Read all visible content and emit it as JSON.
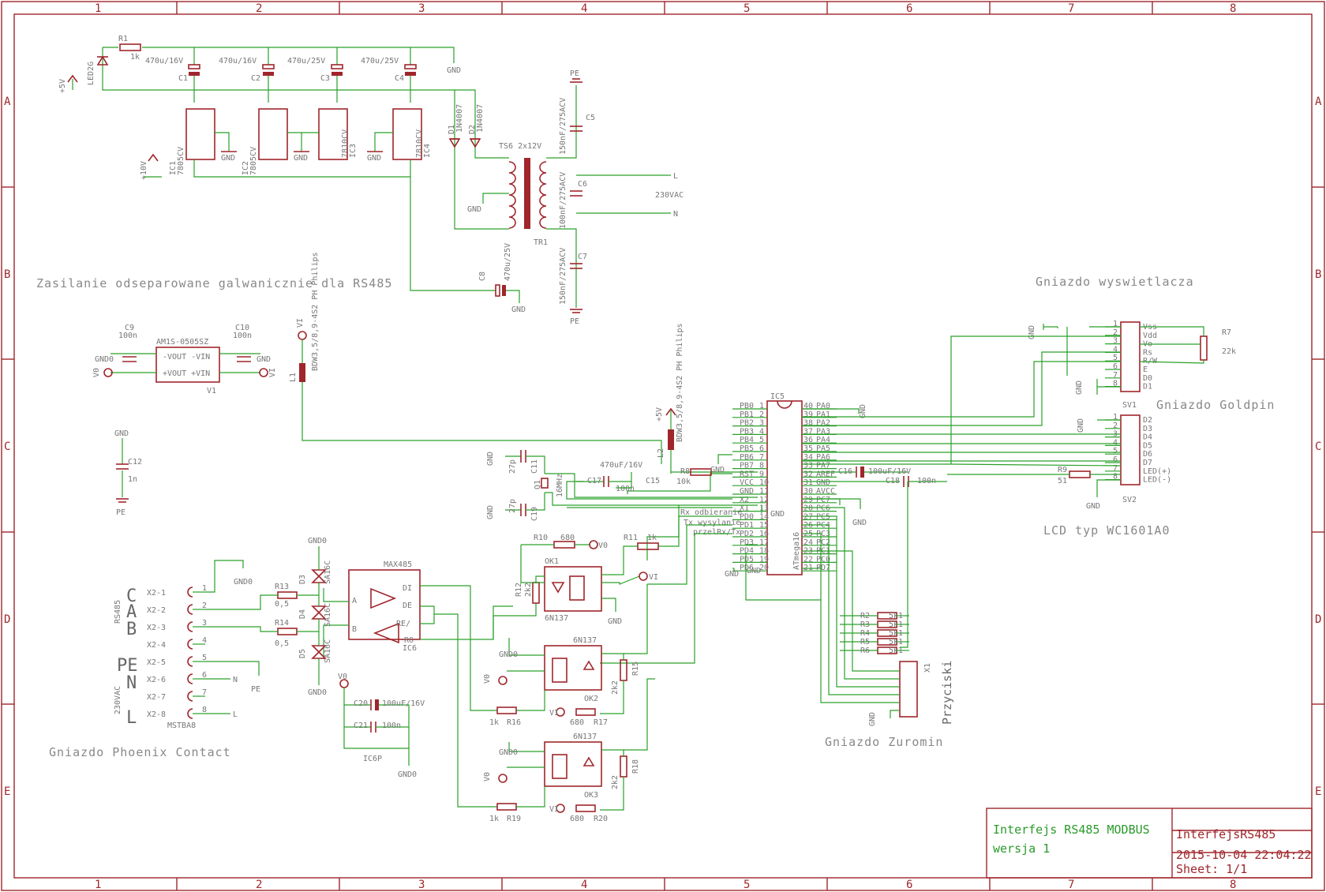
{
  "sheet": {
    "columns": [
      "1",
      "2",
      "3",
      "4",
      "5",
      "6",
      "7",
      "8"
    ],
    "rows": [
      "A",
      "B",
      "C",
      "D",
      "E"
    ]
  },
  "sections": {
    "power": "Zasilanie odseparowane galwanicznie dla RS485",
    "display_socket": "Gniazdo wyswietlacza",
    "goldpin_socket": "Gniazdo Goldpin",
    "lcd_type": "LCD typ WC1601A0",
    "phoenix_socket": "Gniazdo Phoenix Contact",
    "zuromin_socket": "Gniazdo Zuromin"
  },
  "title_block": {
    "project_line1": "Interfejs RS485 MODBUS",
    "project_line2": "wersja 1",
    "file_name": "InterfejsRS485",
    "date": "2015-10-04 22:04:22",
    "sheet": "Sheet: 1/1"
  },
  "power_labels": {
    "r1": "R1",
    "r1_val": "1k",
    "led": "LED2G",
    "c1": "C1",
    "c1_val": "470u/16V",
    "c2": "C2",
    "c2_val": "470u/16V",
    "c3": "C3",
    "c3_val": "470u/25V",
    "c4": "C4",
    "c4_val": "470u/25V",
    "gnd": "GND",
    "plus5v": "+5V",
    "plus10v": "+10V",
    "ic1": "IC1",
    "ic1_val": "7805CV",
    "ic2": "IC2",
    "ic2_val": "7805CV",
    "ic3": "IC3",
    "ic3_val": "7810CV",
    "ic4": "IC4",
    "ic4_val": "7810CV",
    "d1": "D1",
    "d1_val": "1N4007",
    "d2": "D2",
    "d2_val": "1N4007",
    "ts6": "TS6 2x12V",
    "tr1": "TR1",
    "pe": "PE",
    "c5": "C5",
    "c5_val": "150nF/275ACV",
    "c6": "C6",
    "c6_val": "100nF/275ACV",
    "c7": "C7",
    "c7_val": "150nF/275ACV",
    "c8": "C8",
    "c8_val": "470u/25V",
    "l": "L",
    "n": "N",
    "vac": "230VAC"
  },
  "dcdc": {
    "name": "AM1S-0505SZ",
    "ref": "V1",
    "c9": "C9",
    "c9_val": "100n",
    "c10": "C10",
    "c10_val": "100n",
    "pin1": "-VOUT -VIN",
    "pin2": "+VOUT +VIN",
    "gnd0": "GND0",
    "v0": "V0",
    "v1": "VI"
  },
  "chokes": {
    "l1": "L1",
    "l1_val": "BDW3,5/8,9-4S2 PH Philips",
    "l2": "L2",
    "l2_val": "BDW3,5/8,9-4S2 PH Philips"
  },
  "c12": {
    "ref": "C12",
    "val": "1n"
  },
  "mcu": {
    "ref": "IC5",
    "part": "ATmega16",
    "left_pins": [
      {
        "n": "1",
        "name": "PB0"
      },
      {
        "n": "2",
        "name": "PB1"
      },
      {
        "n": "3",
        "name": "PB2"
      },
      {
        "n": "4",
        "name": "PB3"
      },
      {
        "n": "5",
        "name": "PB4"
      },
      {
        "n": "6",
        "name": "PB5"
      },
      {
        "n": "7",
        "name": "PB6"
      },
      {
        "n": "8",
        "name": "PB7"
      },
      {
        "n": "9",
        "name": "RST"
      },
      {
        "n": "10",
        "name": "VCC"
      },
      {
        "n": "11",
        "name": "GND"
      },
      {
        "n": "12",
        "name": "X2"
      },
      {
        "n": "13",
        "name": "X1"
      },
      {
        "n": "14",
        "name": "PD0"
      },
      {
        "n": "15",
        "name": "PD1"
      },
      {
        "n": "16",
        "name": "PD2"
      },
      {
        "n": "17",
        "name": "PD3"
      },
      {
        "n": "18",
        "name": "PD4"
      },
      {
        "n": "19",
        "name": "PD5"
      },
      {
        "n": "20",
        "name": "PD6"
      }
    ],
    "right_pins": [
      {
        "n": "40",
        "name": "PA0"
      },
      {
        "n": "39",
        "name": "PA1"
      },
      {
        "n": "38",
        "name": "PA2"
      },
      {
        "n": "37",
        "name": "PA3"
      },
      {
        "n": "36",
        "name": "PA4"
      },
      {
        "n": "35",
        "name": "PA5"
      },
      {
        "n": "34",
        "name": "PA6"
      },
      {
        "n": "33",
        "name": "PA7"
      },
      {
        "n": "32",
        "name": "AREF"
      },
      {
        "n": "31",
        "name": "GND"
      },
      {
        "n": "30",
        "name": "AVCC"
      },
      {
        "n": "29",
        "name": "PC7"
      },
      {
        "n": "28",
        "name": "PC6"
      },
      {
        "n": "27",
        "name": "PC5"
      },
      {
        "n": "26",
        "name": "PC4"
      },
      {
        "n": "25",
        "name": "PC3"
      },
      {
        "n": "24",
        "name": "PC2"
      },
      {
        "n": "23",
        "name": "PC1"
      },
      {
        "n": "22",
        "name": "PC0"
      },
      {
        "n": "21",
        "name": "PD7"
      }
    ],
    "net_rx": "Rx odbieranie",
    "net_tx": "Tx wysylanie",
    "net_dir": "przelRx/Tx"
  },
  "clock": {
    "c11": "C11",
    "c11_val": "27p",
    "c19": "C19",
    "c19_val": "27p",
    "q1": "Q1",
    "q1_val": "16MHz",
    "c15": "C15",
    "c15_val": "470uF/16V",
    "c17": "C17",
    "c17_val": "100n",
    "r8": "R8",
    "r8_val": "10k",
    "c16": "C16",
    "c16_val": "100uF/16V",
    "c18": "C18",
    "c18_val": "100n"
  },
  "lcd": {
    "sv1": "SV1",
    "sv2": "SV2",
    "sv1_pins": [
      "Vss",
      "Vdd",
      "Vo",
      "Rs",
      "R/W",
      "E",
      "D0",
      "D1"
    ],
    "sv2_pins": [
      "D2",
      "D3",
      "D4",
      "D5",
      "D6",
      "D7",
      "LED(+)",
      "LED(-)"
    ],
    "r7": "R7",
    "r7_val": "22k",
    "r9": "R9",
    "r9_val": "51"
  },
  "rs485": {
    "ic6": "IC6",
    "ic6_name": "MAX485",
    "ic6_pins": [
      "DI",
      "DE",
      "RE/",
      "RO",
      "A",
      "B"
    ],
    "d3": "D3",
    "d4": "D4",
    "d5": "D5",
    "d_val": "SA16C",
    "r13": "R13",
    "r13_val": "0,5",
    "r14": "R14",
    "r14_val": "0,5",
    "conn": [
      "X2-1",
      "X2-2",
      "X2-3",
      "X2-4",
      "X2-5",
      "X2-6",
      "X2-7",
      "X2-8"
    ],
    "conn_part": "MSTBA8",
    "letters": [
      "C",
      "A",
      "B",
      "PE",
      "N",
      "L"
    ],
    "rs485_lbl": "RS485",
    "vac_lbl": "230VAC",
    "c20": "C20",
    "c20_val": "100uF/16V",
    "c21": "C21",
    "c21_val": "100n",
    "ic6p": "IC6P"
  },
  "opto": {
    "ok1": "OK1",
    "ok2": "OK2",
    "ok3": "OK3",
    "part": "6N137",
    "r10": "R10",
    "r10_val": "680",
    "r11": "R11",
    "r11_val": "1k",
    "r12": "R12",
    "r12_val": "2k2",
    "r15": "R15",
    "r15_val": "2k2",
    "r16": "R16",
    "r16_val": "1k",
    "r17": "R17",
    "r17_val": "680",
    "r18": "R18",
    "r18_val": "2k2",
    "r19": "R19",
    "r19_val": "1k",
    "r20": "R20",
    "r20_val": "680"
  },
  "buttons": {
    "x1": "X1",
    "label": "Przyciski",
    "resistors": [
      "R2",
      "R3",
      "R4",
      "R5",
      "R6"
    ],
    "val": "5k1"
  }
}
